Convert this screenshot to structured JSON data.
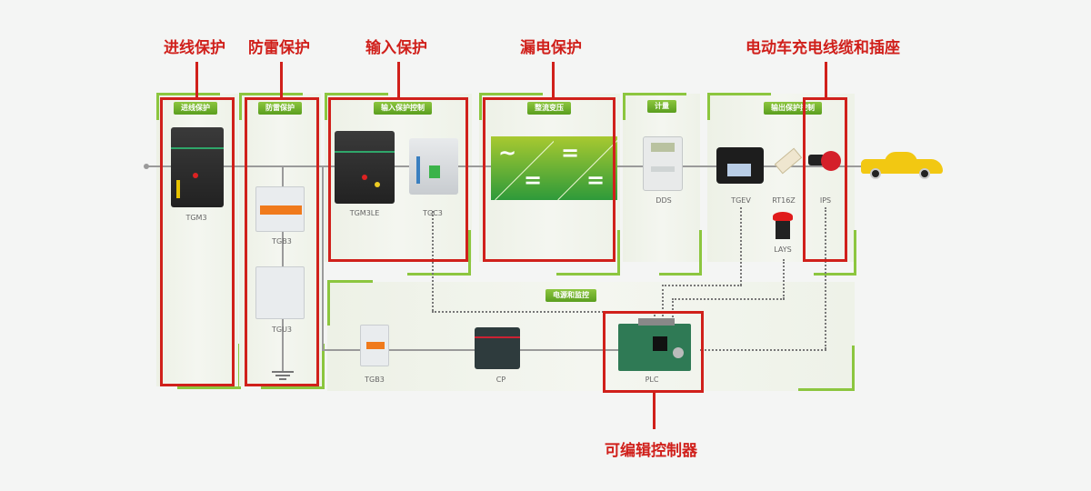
{
  "callouts": [
    {
      "id": "incoming",
      "label": "进线保护"
    },
    {
      "id": "lightning",
      "label": "防雷保护"
    },
    {
      "id": "input",
      "label": "输入保护"
    },
    {
      "id": "leakage",
      "label": "漏电保护"
    },
    {
      "id": "ev_cable",
      "label": "电动车充电线缆和插座"
    },
    {
      "id": "plc",
      "label": "可编辑控制器"
    }
  ],
  "panels": {
    "incoming": {
      "tag": "进线保护"
    },
    "lightning": {
      "tag": "防雷保护"
    },
    "input_control": {
      "tag": "输入保护控制"
    },
    "rectifier": {
      "tag": "整流变压"
    },
    "metering": {
      "tag": "计量"
    },
    "output_control": {
      "tag": "输出保护控制"
    },
    "power_monitor": {
      "tag": "电源和监控"
    }
  },
  "devices": {
    "tgm3": "TGM3",
    "tgb3_top": "TGB3",
    "tgu3": "TGU3",
    "tgm3le": "TGM3LE",
    "tgc3": "TGC3",
    "dds": "DDS",
    "tgev": "TGEV",
    "rt16z": "RT16Z",
    "ips": "IPS",
    "lays": "LAYS",
    "tgb3_bottom": "TGB3",
    "cp": "CP",
    "plc": "PLC"
  },
  "converter_symbols": {
    "ac": "~",
    "dc": "="
  },
  "colors": {
    "callout_red": "#d0201b",
    "accent_green": "#8cc63f",
    "tag_green": "#5a9e1f",
    "car_yellow": "#f2c812"
  }
}
